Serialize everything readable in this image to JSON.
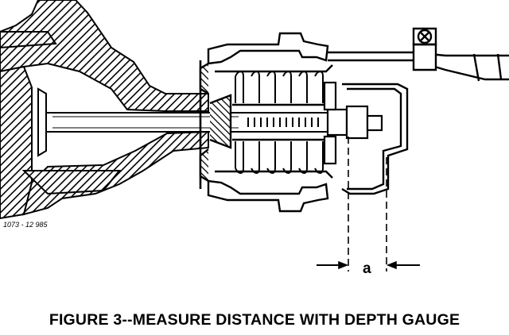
{
  "figure": {
    "caption": "FIGURE 3--MEASURE DISTANCE WITH DEPTH GAUGE",
    "part_number": "1073 - 12 985",
    "dimension_label": "a"
  },
  "colors": {
    "ink": "#000000",
    "paper": "#ffffff"
  }
}
